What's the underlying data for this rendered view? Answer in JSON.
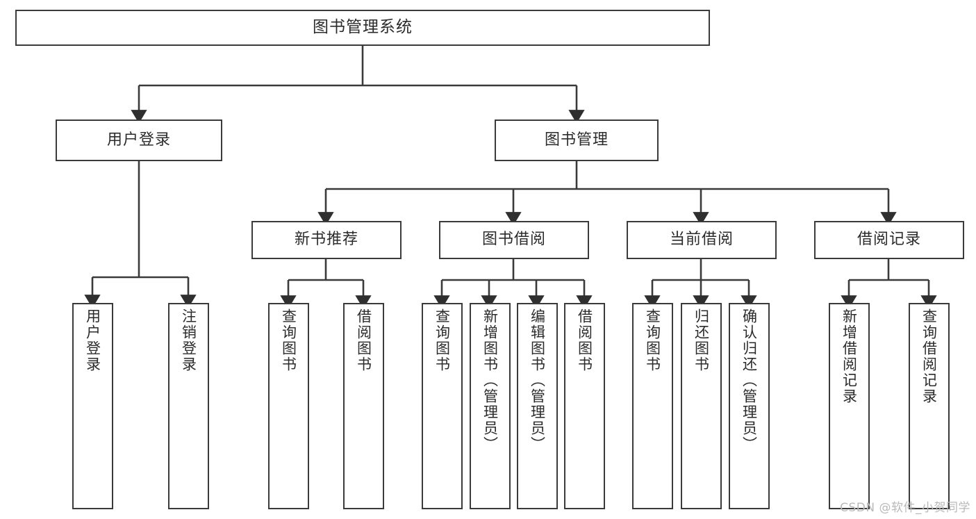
{
  "diagram": {
    "title_node": {
      "label": "图书管理系统"
    },
    "level2": [
      {
        "label": "用户登录"
      },
      {
        "label": "图书管理"
      }
    ],
    "level3": [
      {
        "label": "新书推荐"
      },
      {
        "label": "图书借阅"
      },
      {
        "label": "当前借阅"
      },
      {
        "label": "借阅记录"
      }
    ],
    "leaves": {
      "user_login": [
        {
          "label": "用户登录"
        },
        {
          "label": "注销登录"
        }
      ],
      "new_book": [
        {
          "label": "查询图书"
        },
        {
          "label": "借阅图书"
        }
      ],
      "book_borrow": [
        {
          "label": "查询图书"
        },
        {
          "label": "新增图书（管理员）"
        },
        {
          "label": "编辑图书（管理员）"
        },
        {
          "label": "借阅图书"
        }
      ],
      "current_borrow": [
        {
          "label": "查询图书"
        },
        {
          "label": "归还图书"
        },
        {
          "label": "确认归还（管理员）"
        }
      ],
      "borrow_record": [
        {
          "label": "新增借阅记录"
        },
        {
          "label": "查询借阅记录"
        }
      ]
    }
  },
  "watermark": {
    "text": "CSDN @软件_小贺同学"
  },
  "colors": {
    "stroke": "#3a3a3a",
    "fill": "#ffffff",
    "text": "#2b2b2b",
    "watermark": "#b9b9b9"
  }
}
